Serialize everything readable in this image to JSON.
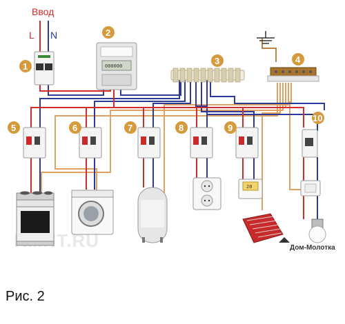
{
  "header": {
    "input_label": "Ввод",
    "phase_label": "L",
    "neutral_label": "N"
  },
  "markers": [
    "1",
    "2",
    "3",
    "4",
    "5",
    "6",
    "7",
    "8",
    "9",
    "10"
  ],
  "thermostat_display": "20",
  "watermark": "RMNT.RU",
  "logo": "Дом-Молотка",
  "caption": "Рис. 2",
  "colors": {
    "phase": "#d12d2d",
    "neutral": "#2a3a9a",
    "ground": "#e0a060",
    "marker": "#d49a3c"
  }
}
